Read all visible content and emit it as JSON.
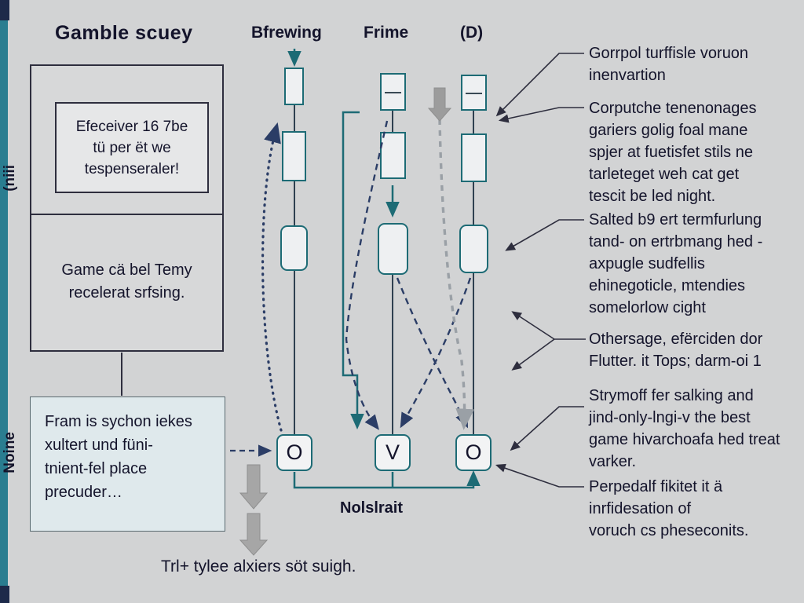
{
  "title": "Gamble scuey",
  "columns": {
    "col1": "Bfrewing",
    "col2": "Frime",
    "col3": "(D)"
  },
  "left_panel": {
    "inner_box_text": "Efeceiver 16 7be\ntü per ët we\ntespenseraler!",
    "lower_text": "Game cä bel Temy\nrecelerat srfsing.",
    "side_label_top": "(niii",
    "side_label_bottom": "Noine"
  },
  "blue_box_text": "Fram is sychon iekes\nxultert und füni-\ntnient-fel place\nprecuder…",
  "sequence": {
    "nodes": [
      "O",
      "V",
      "O"
    ],
    "label": "Nolslrait"
  },
  "bottom_caption": "Trl+ tylee alxiers söt suigh.",
  "annotations": [
    "Gorrpol turffisle voruon\ninenvartion",
    "Corputche tenenonages\ngariers golig foal mane\nspjer at fuetisfet stils ne\ntarleteget weh cat get\ntescit be led night.",
    "Salted b9 ert termfurlung\ntand- on ertrbmang hed -\naxpugle sudfellis\nehinegoticle, mtendies\nsomelorlow cight",
    "Othersage, efërciden dor\nFlutter. it Tops; darm-oi 1",
    "Strymoff fer salking and\njind-only-lngi-v the best\ngame hivarchoafa hed treat\nvarker.",
    "Perpedalf fikitet it ä\ninrfidesation of\nvoruch cs pheseconits."
  ],
  "colors": {
    "background": "#d2d3d4",
    "accent_teal": "#1d6b75",
    "accent_bar": "#2a7d90",
    "navy_text": "#14142b",
    "dashed_navy": "#2b3d66",
    "dashed_gray": "#9aa0a6",
    "block_arrow_gray": "#a6a6a6"
  }
}
